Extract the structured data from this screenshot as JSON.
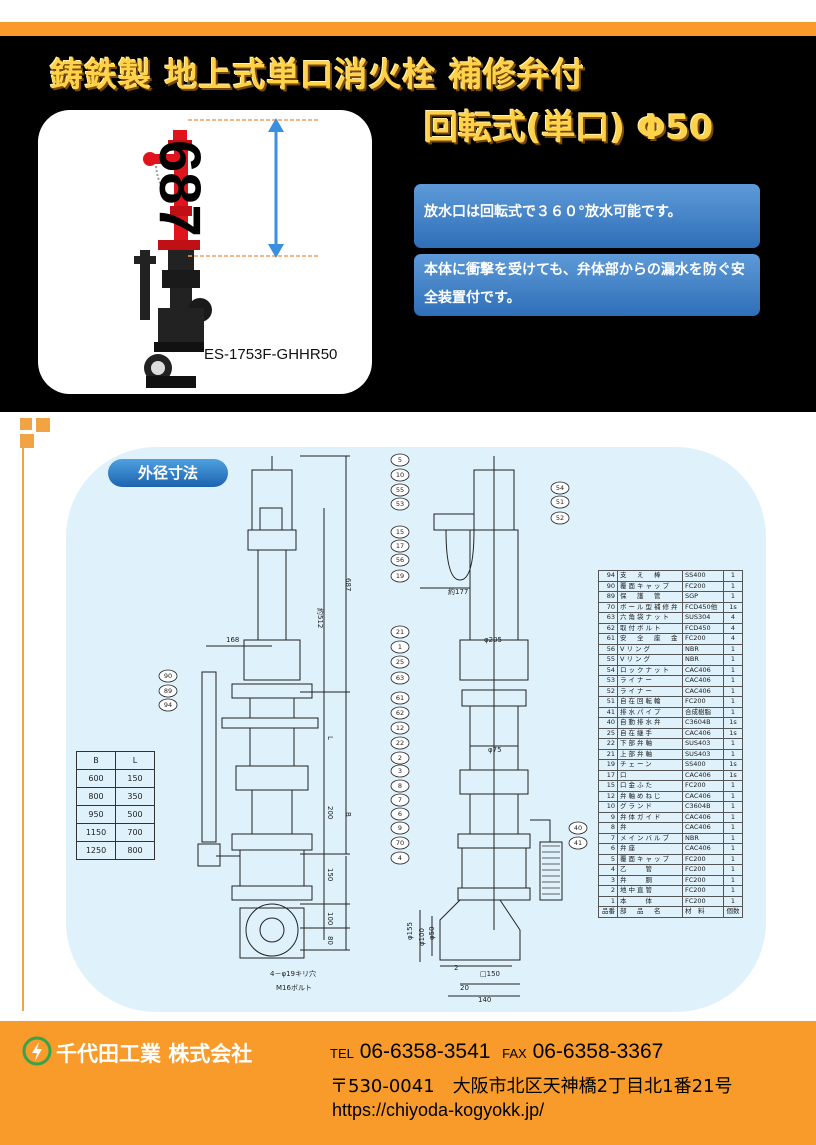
{
  "header": {
    "title_line1": "鋳鉄製 地上式単口消火栓 補修弁付",
    "title_line2": "回転式(単口) Φ50"
  },
  "product": {
    "dimension": "687",
    "model": "ES-1753F-GHHR50"
  },
  "features": [
    {
      "text": "放水口は回転式で３６０°放水可能です。"
    },
    {
      "text": "本体に衝撃を受けても、弁体部からの漏水を防ぐ安全装置付です。"
    }
  ],
  "section": {
    "label": "外径寸法"
  },
  "b_table": {
    "headers": [
      "B",
      "L"
    ],
    "rows": [
      [
        "600",
        "150"
      ],
      [
        "800",
        "350"
      ],
      [
        "950",
        "500"
      ],
      [
        "1150",
        "700"
      ],
      [
        "1250",
        "800"
      ]
    ]
  },
  "parts_table": {
    "headers": [
      "品番",
      "部　品　名",
      "材　料",
      "個数"
    ],
    "rows": [
      [
        "94",
        "支　え　棒",
        "SS400",
        "1"
      ],
      [
        "90",
        "覆面キャップ",
        "FC200",
        "1"
      ],
      [
        "89",
        "保　護　管",
        "SGP",
        "1"
      ],
      [
        "70",
        "ボール型補修弁",
        "FCD450他",
        "1s"
      ],
      [
        "63",
        "六角袋ナット",
        "SUS304",
        "4"
      ],
      [
        "62",
        "取付ボルト",
        "FCD450",
        "4"
      ],
      [
        "61",
        "安　全　座　金",
        "FC200",
        "4"
      ],
      [
        "56",
        "Vリング",
        "NBR",
        "1"
      ],
      [
        "55",
        "Vリング",
        "NBR",
        "1"
      ],
      [
        "54",
        "ロックナット",
        "CAC406",
        "1"
      ],
      [
        "53",
        "ライナー",
        "CAC406",
        "1"
      ],
      [
        "52",
        "ライナー",
        "CAC406",
        "1"
      ],
      [
        "51",
        "自在回転輪",
        "FC200",
        "1"
      ],
      [
        "41",
        "排水パイプ",
        "合成樹脂",
        "1"
      ],
      [
        "40",
        "自動排水弁",
        "C3604B",
        "1s"
      ],
      [
        "25",
        "自在継手",
        "CAC406",
        "1s"
      ],
      [
        "22",
        "下部弁軸",
        "SUS403",
        "1"
      ],
      [
        "21",
        "上部弁軸",
        "SUS403",
        "1"
      ],
      [
        "19",
        "チェーン",
        "SS400",
        "1s"
      ],
      [
        "17",
        "口",
        "CAC406",
        "1s"
      ],
      [
        "15",
        "口金ふた",
        "FC200",
        "1"
      ],
      [
        "12",
        "弁軸めねじ",
        "CAC406",
        "1"
      ],
      [
        "10",
        "グランド",
        "C3604B",
        "1"
      ],
      [
        "9",
        "弁体ガイド",
        "CAC406",
        "1"
      ],
      [
        "8",
        "弁",
        "CAC406",
        "1"
      ],
      [
        "7",
        "メインバルブ",
        "NBR",
        "1"
      ],
      [
        "6",
        "弁座",
        "CAC406",
        "1"
      ],
      [
        "5",
        "覆面キャップ",
        "FC200",
        "1"
      ],
      [
        "4",
        "乙　　管",
        "FC200",
        "1"
      ],
      [
        "3",
        "弁　　胴",
        "FC200",
        "1"
      ],
      [
        "2",
        "地中直管",
        "FC200",
        "1"
      ],
      [
        "1",
        "本　　体",
        "FC200",
        "1"
      ]
    ]
  },
  "drawing_labels": {
    "d168": "168",
    "d687": "687",
    "d512": "約512",
    "dL": "L",
    "dB": "B",
    "d200": "200",
    "d150": "150",
    "d100": "100",
    "d80": "80",
    "bolt1": "4－φ19キリ穴",
    "bolt2": "M16ボルト",
    "d177": "約177",
    "d205": "φ205",
    "d75": "φ75",
    "d155": "φ155",
    "d100b": "φ100",
    "d50": "φ50",
    "d2": "2",
    "d150b": "□150",
    "d20": "20",
    "d140": "140"
  },
  "footer": {
    "company": "千代田工業 株式会社",
    "tel_label": "TEL",
    "tel": "06-6358-3541",
    "fax_label": "FAX",
    "fax": "06-6358-3367",
    "address": "〒530-0041　大阪市北区天神橋2丁目北1番21号",
    "url": "https://chiyoda-kogyokk.jp/"
  },
  "colors": {
    "orange": "#f89b2a",
    "title_gold": "#ffd24a",
    "info_blue": "#3a7dc4",
    "section_bg": "#dff1fb",
    "hydrant_red": "#e0141c"
  }
}
